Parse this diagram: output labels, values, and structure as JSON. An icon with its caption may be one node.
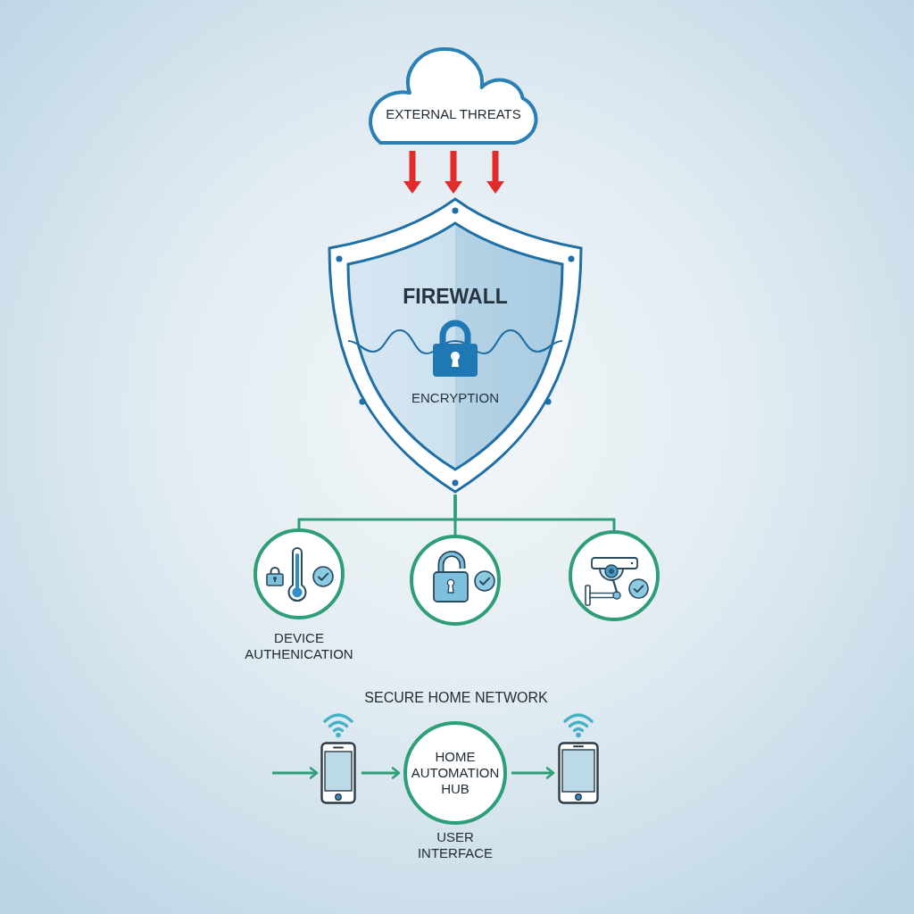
{
  "diagram": {
    "nodes": [
      {
        "text": [
          "EXTERNAL THREATS"
        ]
      },
      {
        "text": [
          "FIREWALL",
          "ENCRYPTION"
        ]
      },
      {
        "text": [],
        "shape": "circle",
        "beside": [
          "DEVICE AUTHENICATION"
        ]
      },
      {
        "text": [],
        "shape": "circle"
      },
      {
        "text": [],
        "shape": "circle"
      },
      {
        "text": [],
        "shape": "picture"
      },
      {
        "text": [
          "HOME AUTOMATION HUB"
        ],
        "beside": [
          "USER INTERFACE"
        ]
      },
      {
        "text": [],
        "shape": "picture"
      }
    ],
    "edges": [
      {
        "from": 0,
        "to": 1,
        "arrow": "to",
        "style": "thick",
        "color": "#e32b2b"
      },
      {
        "from": 0,
        "to": 1,
        "arrow": "to",
        "style": "thick",
        "color": "#e32b2b"
      },
      {
        "from": 0,
        "to": 1,
        "arrow": "to",
        "style": "thick",
        "color": "#e32b2b"
      },
      {
        "from": 1,
        "to": 2,
        "arrow": "none"
      },
      {
        "from": 1,
        "to": 3,
        "arrow": "none"
      },
      {
        "from": 1,
        "to": 4,
        "arrow": "none"
      },
      {
        "from": null,
        "to": 5,
        "arrow": "to"
      },
      {
        "from": 5,
        "to": 6,
        "arrow": "to"
      },
      {
        "from": 6,
        "to": 7,
        "arrow": "to"
      }
    ],
    "labels": [
      "SECURE HOME NETWORK"
    ]
  }
}
